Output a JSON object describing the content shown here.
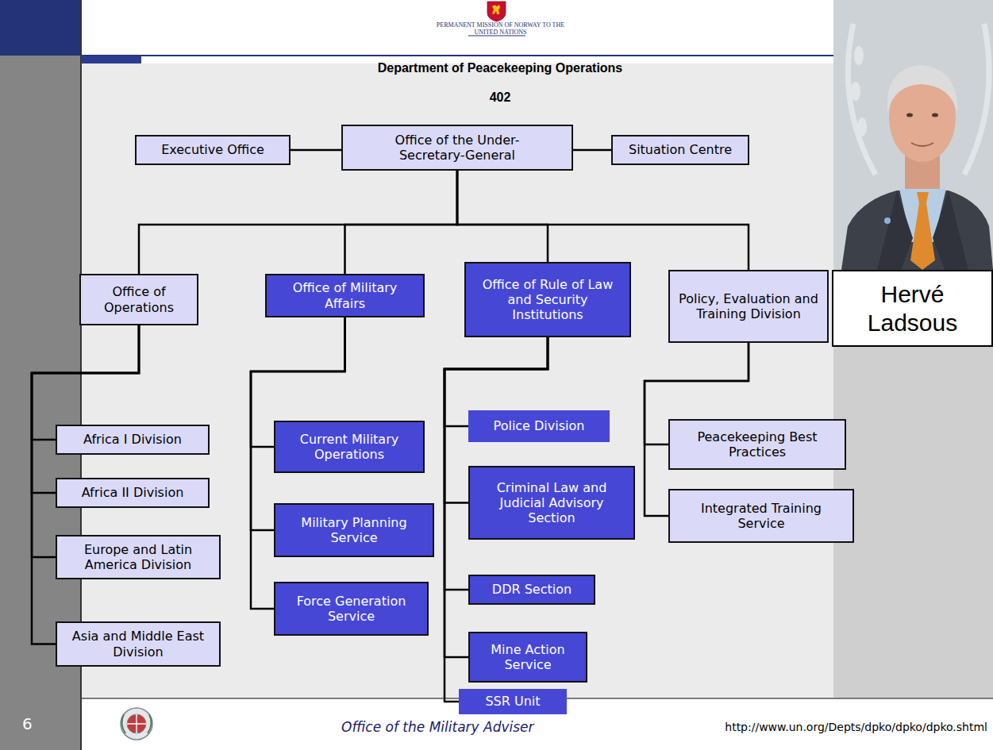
{
  "diagram": {
    "title": "Department of Peacekeeping Operations",
    "nodes": [
      {
        "text": [
          "Office of the Under-Secretary-General"
        ]
      },
      {
        "text": [
          "Executive Office"
        ]
      },
      {
        "text": [
          "Situation Centre"
        ]
      },
      {
        "text": [
          "Office of Operations"
        ]
      },
      {
        "text": [
          "Office of Military Affairs"
        ]
      },
      {
        "text": [
          "Office of Rule of Law and Security Institutions"
        ]
      },
      {
        "text": [
          "Policy, Evaluation and Training Division"
        ]
      },
      {
        "text": [
          "Africa I Division"
        ]
      },
      {
        "text": [
          "Africa II Division"
        ]
      },
      {
        "text": [
          "Europe and Latin America Division"
        ]
      },
      {
        "text": [
          "Asia and Middle East Division"
        ]
      },
      {
        "text": [
          "Current Military Operations"
        ]
      },
      {
        "text": [
          "Military Planning Service"
        ]
      },
      {
        "text": [
          "Force Generation Service"
        ]
      },
      {
        "text": [
          "Police Division"
        ]
      },
      {
        "text": [
          "Criminal Law and Judicial Advisory Section"
        ]
      },
      {
        "text": [
          "DDR Section"
        ]
      },
      {
        "text": [
          "Mine Action Service"
        ]
      },
      {
        "text": [
          "SSR Unit"
        ]
      },
      {
        "text": [
          "Peacekeeping Best Practices"
        ]
      },
      {
        "text": [
          "Integrated Training Service"
        ]
      },
      {
        "text": [
          "Hervé Ladsous"
        ]
      }
    ],
    "edges": [
      {
        "from": 0,
        "to": 1,
        "arrow": "none"
      },
      {
        "from": 0,
        "to": 2,
        "arrow": "none"
      },
      {
        "from": 0,
        "to": 3,
        "arrow": "none"
      },
      {
        "from": 0,
        "to": 4,
        "arrow": "none"
      },
      {
        "from": 0,
        "to": 5,
        "arrow": "none"
      },
      {
        "from": 0,
        "to": 6,
        "arrow": "none"
      },
      {
        "from": 3,
        "to": 7,
        "arrow": "none"
      },
      {
        "from": 3,
        "to": 8,
        "arrow": "none"
      },
      {
        "from": 3,
        "to": 9,
        "arrow": "none"
      },
      {
        "from": 3,
        "to": 10,
        "arrow": "none"
      },
      {
        "from": 4,
        "to": 11,
        "arrow": "none"
      },
      {
        "from": 4,
        "to": 12,
        "arrow": "none"
      },
      {
        "from": 4,
        "to": 13,
        "arrow": "none"
      },
      {
        "from": 5,
        "to": 14,
        "arrow": "none"
      },
      {
        "from": 5,
        "to": 15,
        "arrow": "none"
      },
      {
        "from": 5,
        "to": 16,
        "arrow": "none"
      },
      {
        "from": 5,
        "to": 17,
        "arrow": "none"
      },
      {
        "from": 5,
        "to": 18,
        "arrow": "none"
      },
      {
        "from": 6,
        "to": 19,
        "arrow": "none"
      },
      {
        "from": 6,
        "to": 20,
        "arrow": "none"
      }
    ],
    "labels": [
      "PERMANENT MISSION OF NORWAY TO THE UNITED NATIONS",
      "402",
      "6",
      "Office of the Military Adviser",
      "http://www.un.org/Depts/dpko/dpko/dpko.shtml"
    ]
  }
}
